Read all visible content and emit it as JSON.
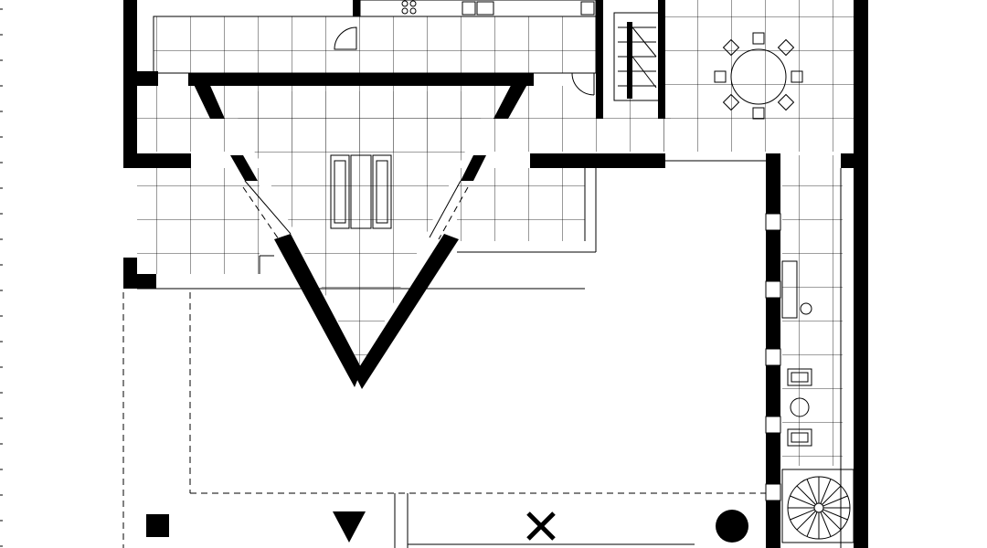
{
  "plan": {
    "background": "#ffffff",
    "ink": "#000000",
    "legend_symbols": [
      "square-symbol",
      "triangle-symbol",
      "cross-symbol",
      "circle-symbol"
    ]
  }
}
